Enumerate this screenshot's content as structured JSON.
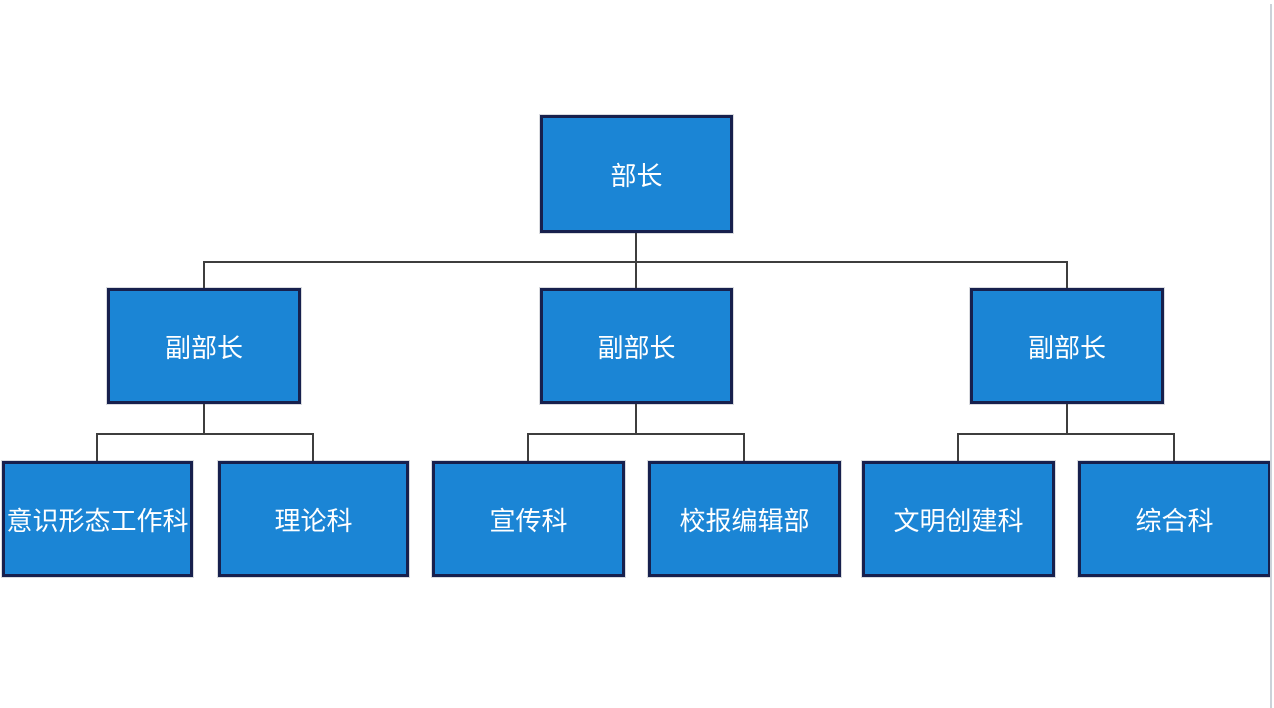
{
  "page": {
    "background_color": "#FFFFFF",
    "edge_line_color": "#CCD2D9"
  },
  "diagram": {
    "type": "org-chart",
    "node_fill_color": "#1B85D5",
    "node_border_color": "#17204D",
    "node_text_color": "#FFFFFF",
    "connector_color": "#3E3E3E",
    "root": {
      "label": "部长",
      "children": [
        {
          "label": "副部长",
          "children": [
            {
              "label": "意识形态工作科"
            },
            {
              "label": "理论科"
            }
          ]
        },
        {
          "label": "副部长",
          "children": [
            {
              "label": "宣传科"
            },
            {
              "label": "校报编辑部"
            }
          ]
        },
        {
          "label": "副部长",
          "children": [
            {
              "label": "文明创建科"
            },
            {
              "label": "综合科"
            }
          ]
        }
      ]
    }
  }
}
